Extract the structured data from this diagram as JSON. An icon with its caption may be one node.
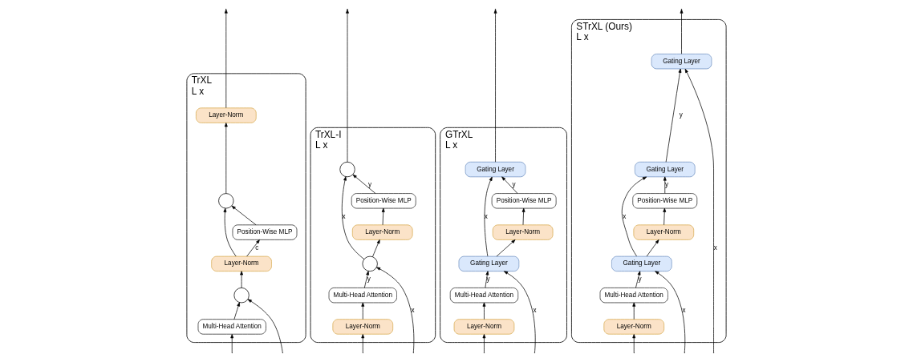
{
  "diagram": {
    "nodes": [
      {
        "text": [
          "TrXL",
          "L x"
        ]
      },
      {
        "text": [
          "Layer-Norm"
        ],
        "in": 0
      },
      {
        "text": [],
        "shape": "circle",
        "in": 0
      },
      {
        "text": [
          "Position-Wise MLP"
        ],
        "in": 0
      },
      {
        "text": [
          "Layer-Norm"
        ],
        "in": 0
      },
      {
        "text": [],
        "shape": "circle",
        "in": 0
      },
      {
        "text": [
          "Multi-Head Attention"
        ],
        "in": 0
      },
      {
        "text": [
          "TrXL-I",
          "L x"
        ]
      },
      {
        "text": [],
        "shape": "circle",
        "in": 7
      },
      {
        "text": [
          "Position-Wise MLP"
        ],
        "in": 7
      },
      {
        "text": [
          "Layer-Norm"
        ],
        "in": 7
      },
      {
        "text": [],
        "shape": "circle",
        "in": 7
      },
      {
        "text": [
          "Multi-Head Attention"
        ],
        "in": 7
      },
      {
        "text": [
          "Layer-Norm"
        ],
        "in": 7
      },
      {
        "text": [
          "GTrXL",
          "L x"
        ]
      },
      {
        "text": [
          "Gating Layer"
        ],
        "in": 14
      },
      {
        "text": [
          "Position-Wise MLP"
        ],
        "in": 14
      },
      {
        "text": [
          "Layer-Norm"
        ],
        "in": 14
      },
      {
        "text": [
          "Gating Layer"
        ],
        "in": 14
      },
      {
        "text": [
          "Multi-Head Attention"
        ],
        "in": 14
      },
      {
        "text": [
          "Layer-Norm"
        ],
        "in": 14
      },
      {
        "text": [
          "STrXL (Ours)",
          "L x"
        ]
      },
      {
        "text": [
          "Gating Layer"
        ],
        "in": 21
      },
      {
        "text": [
          "Gating Layer"
        ],
        "in": 21
      },
      {
        "text": [
          "Position-Wise MLP"
        ],
        "in": 21
      },
      {
        "text": [
          "Layer-Norm"
        ],
        "in": 21
      },
      {
        "text": [
          "Gating Layer"
        ],
        "in": 21
      },
      {
        "text": [
          "Multi-Head Attention"
        ],
        "in": 21
      },
      {
        "text": [
          "Layer-Norm"
        ],
        "in": 21
      }
    ],
    "edges": [
      {
        "from": null,
        "to": 6,
        "arrow": "to"
      },
      {
        "from": null,
        "to": 5,
        "arrow": "to"
      },
      {
        "from": 6,
        "to": 5,
        "arrow": "to"
      },
      {
        "from": 5,
        "to": 4,
        "arrow": "to"
      },
      {
        "from": 4,
        "to": 3,
        "arrow": "to",
        "label": "c"
      },
      {
        "from": 4,
        "to": 2,
        "arrow": "to"
      },
      {
        "from": 3,
        "to": 2,
        "arrow": "to"
      },
      {
        "from": 2,
        "to": 1,
        "arrow": "to"
      },
      {
        "from": 1,
        "to": null,
        "arrow": "to"
      },
      {
        "from": null,
        "to": 13,
        "arrow": "to"
      },
      {
        "from": null,
        "to": 11,
        "arrow": "to",
        "label": "x"
      },
      {
        "from": 13,
        "to": 12,
        "arrow": "to"
      },
      {
        "from": 12,
        "to": 11,
        "arrow": "to",
        "label": "y"
      },
      {
        "from": 11,
        "to": 10,
        "arrow": "to"
      },
      {
        "from": 11,
        "to": 8,
        "arrow": "to",
        "label": "x"
      },
      {
        "from": 10,
        "to": 9,
        "arrow": "to"
      },
      {
        "from": 9,
        "to": 8,
        "arrow": "to",
        "label": "y"
      },
      {
        "from": 8,
        "to": null,
        "arrow": "to"
      },
      {
        "from": null,
        "to": 20,
        "arrow": "to"
      },
      {
        "from": null,
        "to": 18,
        "arrow": "to",
        "label": "x"
      },
      {
        "from": 20,
        "to": 19,
        "arrow": "to"
      },
      {
        "from": 19,
        "to": 18,
        "arrow": "to",
        "label": "y"
      },
      {
        "from": 18,
        "to": 17,
        "arrow": "to"
      },
      {
        "from": 18,
        "to": 15,
        "arrow": "to",
        "label": "x"
      },
      {
        "from": 17,
        "to": 16,
        "arrow": "to"
      },
      {
        "from": 16,
        "to": 15,
        "arrow": "to",
        "label": "y"
      },
      {
        "from": 15,
        "to": null,
        "arrow": "to"
      },
      {
        "from": null,
        "to": 28,
        "arrow": "to"
      },
      {
        "from": null,
        "to": 26,
        "arrow": "to",
        "label": "x"
      },
      {
        "from": null,
        "to": 22,
        "arrow": "to",
        "label": "x"
      },
      {
        "from": 28,
        "to": 27,
        "arrow": "to"
      },
      {
        "from": 27,
        "to": 26,
        "arrow": "to",
        "label": "y"
      },
      {
        "from": 26,
        "to": 25,
        "arrow": "to"
      },
      {
        "from": 26,
        "to": 23,
        "arrow": "to",
        "label": "x"
      },
      {
        "from": 25,
        "to": 24,
        "arrow": "to"
      },
      {
        "from": 24,
        "to": 23,
        "arrow": "to",
        "label": "y"
      },
      {
        "from": 23,
        "to": 22,
        "arrow": "to",
        "label": "y"
      },
      {
        "from": 22,
        "to": null,
        "arrow": "to"
      }
    ]
  }
}
